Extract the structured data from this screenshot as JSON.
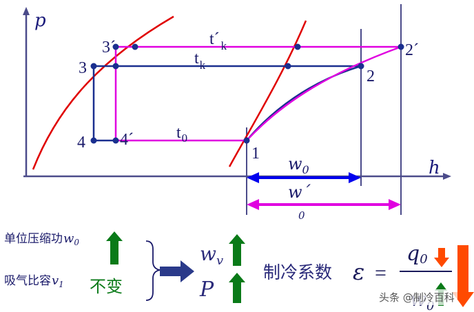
{
  "diagram": {
    "axis_p": "p",
    "axis_h": "h",
    "point_labels": {
      "p3p": "3´",
      "p3": "3",
      "p4": "4",
      "p4p": "4´",
      "p1": "1",
      "p2": "2",
      "p2p": "2´"
    },
    "isotherm_labels": {
      "tk_prime_main": "t´",
      "tk_prime_sub": "k",
      "tk_main": "t",
      "tk_sub": "k",
      "t0_main": "t",
      "t0_sub": "0"
    },
    "work_labels": {
      "w0_main": "w",
      "w0_sub": "0",
      "wprime_main": "w´",
      "wprime_sub": "0"
    },
    "colors": {
      "axis": "#4b4b8a",
      "saturation": "#e00000",
      "normal_cycle": "#1a2f8f",
      "modified_cycle": "#e000e0",
      "blue_arrow": "#0000ee",
      "green_arrow": "#0a7a18",
      "orange_arrow": "#ff4a00"
    }
  },
  "conclusion": {
    "row1_label": "单位压缩功",
    "row1_symbol_main": "w",
    "row1_symbol_sub": "0",
    "row2_label": "吸气比容",
    "row2_symbol_main": "v",
    "row2_symbol_sub": "1",
    "unchanged": "不变",
    "wv_main": "w",
    "wv_sub": "v",
    "power": "P",
    "cop_label": "制冷系数",
    "epsilon": "ε",
    "equals": "=",
    "q0_main": "q",
    "q0_sub": "0"
  },
  "watermark": "头条 @制冷百科"
}
